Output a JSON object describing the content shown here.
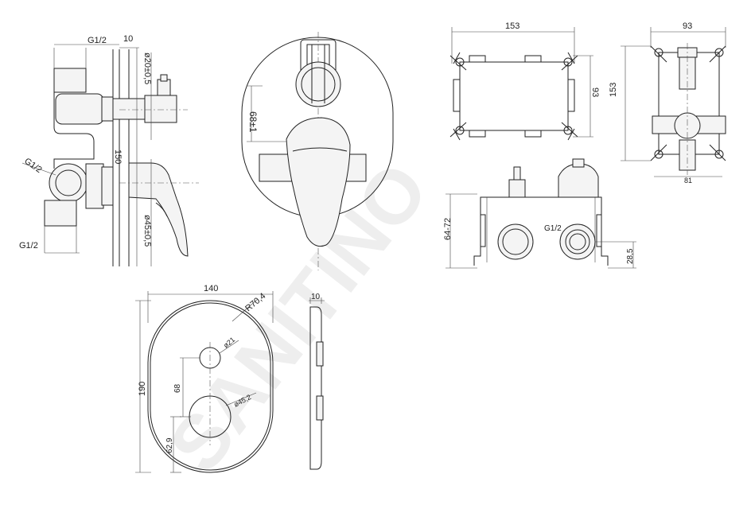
{
  "watermark": "SANITINO",
  "side_view": {
    "thread_top": "G1/2",
    "thread_left": "G1/2",
    "thread_bottom": "G1/2",
    "dim_depth": "10",
    "dim_top_knob": "ø20±0,5",
    "dim_height": "150",
    "dim_lever": "ø45±0,5"
  },
  "front_view": {
    "dim_spacing": "68±1"
  },
  "box_top": {
    "dim_width": "153",
    "dim_height": "93"
  },
  "box_side": {
    "dim_width": "93",
    "dim_height": "153",
    "dim_inner": "81"
  },
  "box_bottom": {
    "dim_depth": "64-72",
    "thread": "G1/2",
    "dim_offset": "28,5"
  },
  "plate": {
    "dim_width": "140",
    "dim_radius": "R70,4",
    "dim_height": "190",
    "dim_hole_small": "ø21",
    "dim_hole_large": "ø45,2",
    "dim_spacing": "68",
    "dim_bottom": "62,9"
  },
  "plate_side": {
    "dim_thickness": "10"
  }
}
